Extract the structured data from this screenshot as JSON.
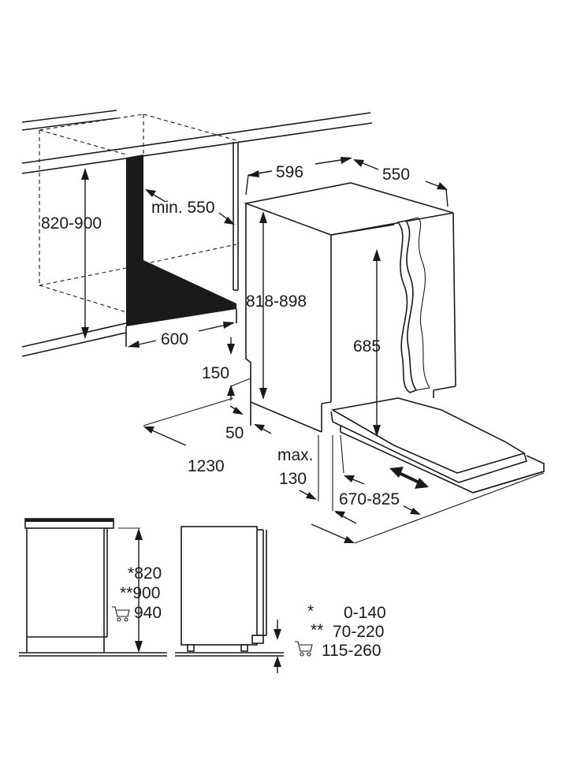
{
  "colors": {
    "ink": "#1a1a1a",
    "background": "#ffffff"
  },
  "labels": {
    "height_range": "820-900",
    "min_depth": "min. 550",
    "width_600": "600",
    "height_818": "818-898",
    "top_width": "596",
    "top_depth": "550",
    "door_height": "685",
    "dim_150": "150",
    "dim_50": "50",
    "dim_1230": "1230",
    "max_label": "max.",
    "max_130": "130",
    "door_range": "670-825"
  },
  "legend": {
    "rows": [
      {
        "symbol": "*",
        "value": "0-140"
      },
      {
        "symbol": "**",
        "value": "70-220"
      },
      {
        "symbol": "cart-icon",
        "value": "115-260"
      }
    ],
    "left_rows": [
      {
        "symbol": "*",
        "value": "820"
      },
      {
        "symbol": "**",
        "value": "900"
      },
      {
        "symbol": "cart-icon",
        "value": "940"
      }
    ]
  }
}
